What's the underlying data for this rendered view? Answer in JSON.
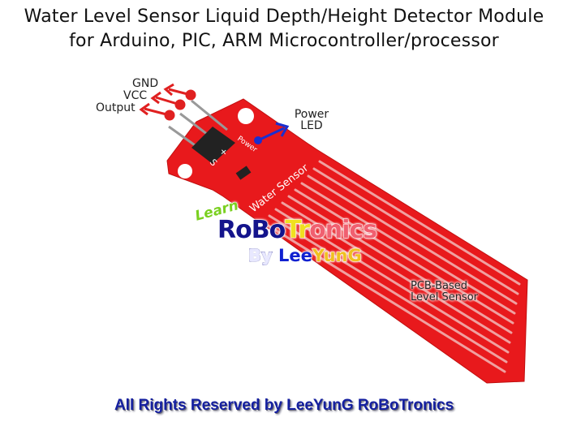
{
  "title_line1": "Water Level Sensor Liquid Depth/Height Detector Module",
  "title_line2": "for Arduino, PIC, ARM Microcontroller/processor",
  "pins": {
    "gnd": "GND",
    "vcc": "VCC",
    "output": "Output"
  },
  "power_led_label": {
    "line1": "Power",
    "line2": "LED"
  },
  "board": {
    "silkscreen": "Water Sensor",
    "power_mark": "Power",
    "pin_s": "S",
    "pin_plus": "+"
  },
  "sensor_label": {
    "line1": "PCB-Based",
    "line2": "Level Sensor"
  },
  "logo": {
    "learn": "Learn",
    "robo": "RoBo",
    "tr": "Tr",
    "onics": "onics",
    "by": "By",
    "lee": "Lee",
    "yung": "YunG"
  },
  "footer": "All Rights Reserved by LeeYunG RoBoTronics",
  "colors": {
    "board": "#e8191c",
    "arrow_red": "#e02020",
    "arrow_blue": "#1a2fd0",
    "logo_blue": "#14148c",
    "logo_yellow": "#f0e020",
    "logo_pink": "#f06070",
    "logo_green": "#7ad020"
  }
}
